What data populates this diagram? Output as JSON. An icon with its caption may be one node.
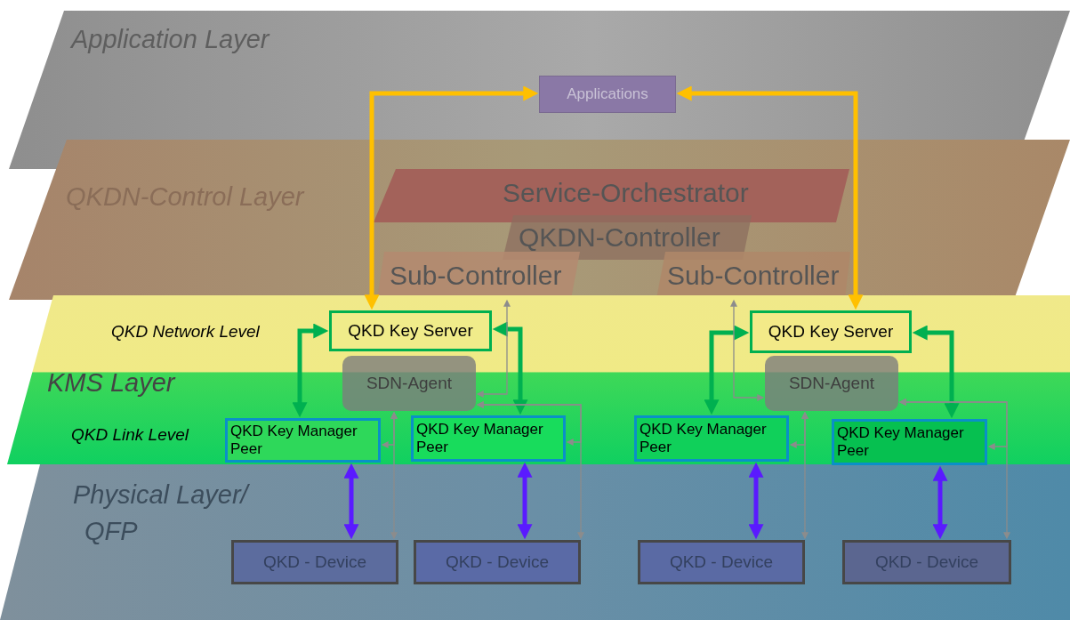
{
  "diagram": {
    "nodes": [
      {
        "text": [
          "Application Layer"
        ]
      },
      {
        "text": [
          "Applications"
        ],
        "in": 0
      },
      {
        "text": [
          "QKDN-Control Layer"
        ]
      },
      {
        "text": [
          "Service-Orchestrator"
        ],
        "in": 2
      },
      {
        "text": [
          "QKDN-Controller"
        ],
        "in": 2
      },
      {
        "text": [
          "Sub-Controller"
        ],
        "in": 2
      },
      {
        "text": [
          "Sub-Controller"
        ],
        "in": 2
      },
      {
        "text": [
          "KMS Layer"
        ]
      },
      {
        "text": [
          "QKD Key Server"
        ],
        "in": 7
      },
      {
        "text": [
          "SDN-Agent"
        ],
        "in": 7
      },
      {
        "text": [
          "QKD Key Manager Peer"
        ],
        "in": 7
      },
      {
        "text": [
          "QKD Key Manager Peer"
        ],
        "in": 7
      },
      {
        "text": [
          "QKD Key Server"
        ],
        "in": 7
      },
      {
        "text": [
          "SDN-Agent"
        ],
        "in": 7
      },
      {
        "text": [
          "QKD Key Manager Peer"
        ],
        "in": 7
      },
      {
        "text": [
          "QKD Key Manager Peer"
        ],
        "in": 7
      },
      {
        "text": [
          "Physical Layer/ QFP"
        ]
      },
      {
        "text": [
          "QKD - Device"
        ],
        "in": 16
      },
      {
        "text": [
          "QKD - Device"
        ],
        "in": 16
      },
      {
        "text": [
          "QKD - Device"
        ],
        "in": 16
      },
      {
        "text": [
          "QKD - Device"
        ],
        "in": 16
      }
    ],
    "edges": [
      {
        "from": 1,
        "to": 8,
        "arrow": "both",
        "style": "thick",
        "color": "#ffc000"
      },
      {
        "from": 1,
        "to": 12,
        "arrow": "both",
        "style": "thick",
        "color": "#ffc000"
      },
      {
        "from": 8,
        "to": 10,
        "arrow": "both",
        "style": "thick",
        "color": "#00b050"
      },
      {
        "from": 8,
        "to": 11,
        "arrow": "both",
        "style": "thick",
        "color": "#00b050"
      },
      {
        "from": 12,
        "to": 14,
        "arrow": "both",
        "style": "thick",
        "color": "#00b050"
      },
      {
        "from": 12,
        "to": 15,
        "arrow": "both",
        "style": "thick",
        "color": "#00b050"
      },
      {
        "from": 10,
        "to": 17,
        "arrow": "both",
        "style": "thick",
        "color": "#5a1aff"
      },
      {
        "from": 11,
        "to": 18,
        "arrow": "both",
        "style": "thick",
        "color": "#5a1aff"
      },
      {
        "from": 14,
        "to": 19,
        "arrow": "both",
        "style": "thick",
        "color": "#5a1aff"
      },
      {
        "from": 15,
        "to": 20,
        "arrow": "both",
        "style": "thick",
        "color": "#5a1aff"
      },
      {
        "from": 9,
        "to": 5,
        "arrow": "both"
      },
      {
        "from": 9,
        "to": 17,
        "arrow": "both"
      },
      {
        "from": 9,
        "to": 10,
        "arrow": "both"
      },
      {
        "from": 9,
        "to": 18,
        "arrow": "both"
      },
      {
        "from": 9,
        "to": 11,
        "arrow": "both"
      },
      {
        "from": 13,
        "to": 6,
        "arrow": "both"
      },
      {
        "from": 13,
        "to": 19,
        "arrow": "both"
      },
      {
        "from": 13,
        "to": 14,
        "arrow": "both"
      },
      {
        "from": 13,
        "to": 20,
        "arrow": "both"
      },
      {
        "from": 13,
        "to": 15,
        "arrow": "both"
      }
    ],
    "labels": [
      "QKD Network Level",
      "QKD Link Level"
    ]
  }
}
